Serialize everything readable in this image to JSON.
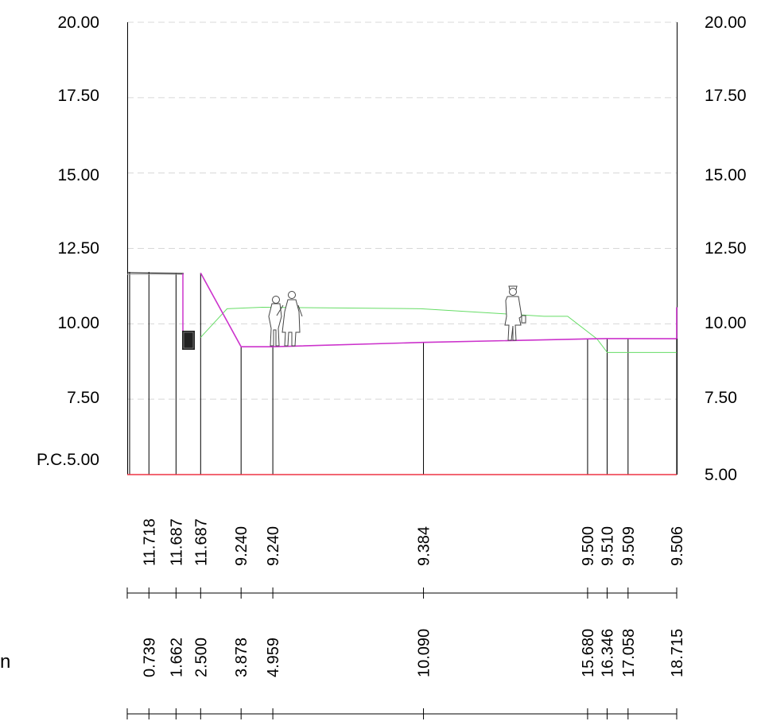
{
  "profile": {
    "datum_label": "P.C.5.00",
    "left_axis_labels": [
      "20.00",
      "17.50",
      "15.00",
      "12.50",
      "10.00",
      "7.50"
    ],
    "right_axis_labels": [
      "20.00",
      "17.50",
      "15.00",
      "12.50",
      "10.00",
      "7.50",
      "5.00"
    ],
    "edge_label_fragment": "n",
    "colors": {
      "grid": "#d8d8d8",
      "design_line": "#cc33cc",
      "ground_line": "#66dd66",
      "datum_line": "#ee3344",
      "frame": "#000000"
    }
  },
  "chart_data": {
    "type": "line",
    "ylim": [
      5.0,
      20.0
    ],
    "y_ticks": [
      5.0,
      7.5,
      10.0,
      12.5,
      15.0,
      17.5,
      20.0
    ],
    "datum": 5.0,
    "stations": [
      0.739,
      1.662,
      2.5,
      3.878,
      4.959,
      10.09,
      15.68,
      16.346,
      17.058,
      18.715
    ],
    "elevations": [
      11.718,
      11.687,
      11.687,
      9.24,
      9.24,
      9.384,
      9.5,
      9.51,
      9.509,
      9.506
    ],
    "station_labels": [
      "0.739",
      "1.662",
      "2.500",
      "3.878",
      "4.959",
      "10.090",
      "15.680",
      "16.346",
      "17.058",
      "18.715"
    ],
    "elevation_labels": [
      "11.718",
      "11.687",
      "11.687",
      "9.240",
      "9.240",
      "9.384",
      "9.500",
      "9.510",
      "9.509",
      "9.506"
    ],
    "ground_line": {
      "x": [
        2.5,
        3.4,
        4.6,
        10.0,
        14.2,
        15.0,
        16.0,
        16.35,
        18.715
      ],
      "y": [
        9.55,
        10.5,
        10.55,
        10.5,
        10.25,
        10.25,
        9.5,
        9.05,
        9.05
      ]
    },
    "grid": true
  }
}
